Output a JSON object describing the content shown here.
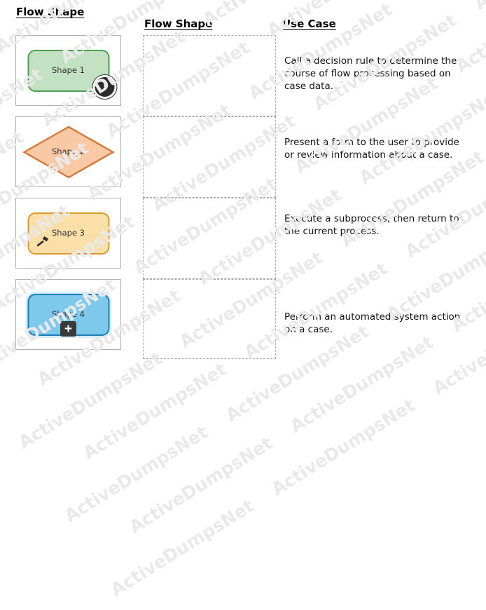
{
  "headers": {
    "left": "Flow Shape",
    "middle": "Flow Shape",
    "right": "Use Case"
  },
  "colors": {
    "shape1_fill": "#c3e2c3",
    "shape1_border": "#4b9e52",
    "shape2_fill": "#f9c9a5",
    "shape2_border": "#d5793a",
    "shape3_fill": "#fadfa8",
    "shape3_border": "#d79b2c",
    "shape4_fill": "#7cc9ec",
    "shape4_border": "#1b7fb5",
    "cell_border": "#b0b0b0",
    "dropzone_border": "#a8a8a8",
    "badge_dark": "#2b2b2b",
    "watermark": "#e9e9e9"
  },
  "shapes": [
    {
      "label": "Shape 1",
      "form": "rounded-rectangle",
      "badge_icon": "clock-icon"
    },
    {
      "label": "Shape 2",
      "form": "diamond",
      "badge_icon": "none"
    },
    {
      "label": "Shape 3",
      "form": "rounded-rectangle",
      "badge_icon": "hammer-icon"
    },
    {
      "label": "Shape 4",
      "form": "rounded-rectangle",
      "badge_icon": "plus-icon"
    }
  ],
  "drop_zones": [
    {
      "name": "drop-zone-1",
      "text": ""
    },
    {
      "name": "drop-zone-2",
      "text": ""
    },
    {
      "name": "drop-zone-3",
      "text": ""
    },
    {
      "name": "drop-zone-4",
      "text": ""
    }
  ],
  "use_cases": [
    "Call a decision rule to determine the course of flow processing based on case data.",
    "Present a form to the user to provide or review information about a case.",
    "Execute a subprocess, then return to the current process.",
    "Perform an automated system action on a case."
  ],
  "watermark": {
    "text": "ActiveDumpsNet",
    "repeat_per_row": 6,
    "rows": 13
  }
}
